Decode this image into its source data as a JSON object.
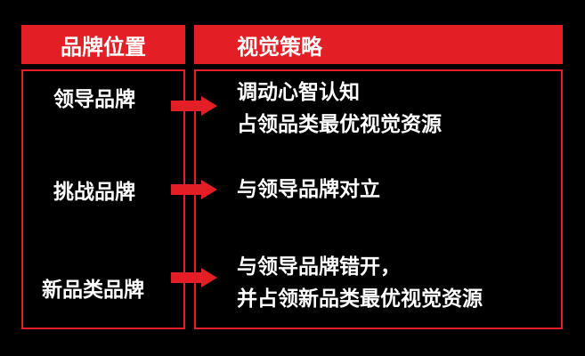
{
  "headers": {
    "position": "品牌位置",
    "strategy": "视觉策略"
  },
  "rows": [
    {
      "brand": "领导品牌",
      "strategy_lines": [
        "调动心智认知",
        "占领品类最优视觉资源"
      ]
    },
    {
      "brand": "挑战品牌",
      "strategy_lines": [
        "与领导品牌对立"
      ]
    },
    {
      "brand": "新品类品牌",
      "strategy_lines": [
        "与领导品牌错开，",
        "并占领新品类最优视觉资源"
      ]
    }
  ],
  "colors": {
    "background": "#000000",
    "accent": "#e31e24",
    "text": "#ffffff"
  },
  "icons": {
    "arrow": "right-arrow-icon"
  }
}
